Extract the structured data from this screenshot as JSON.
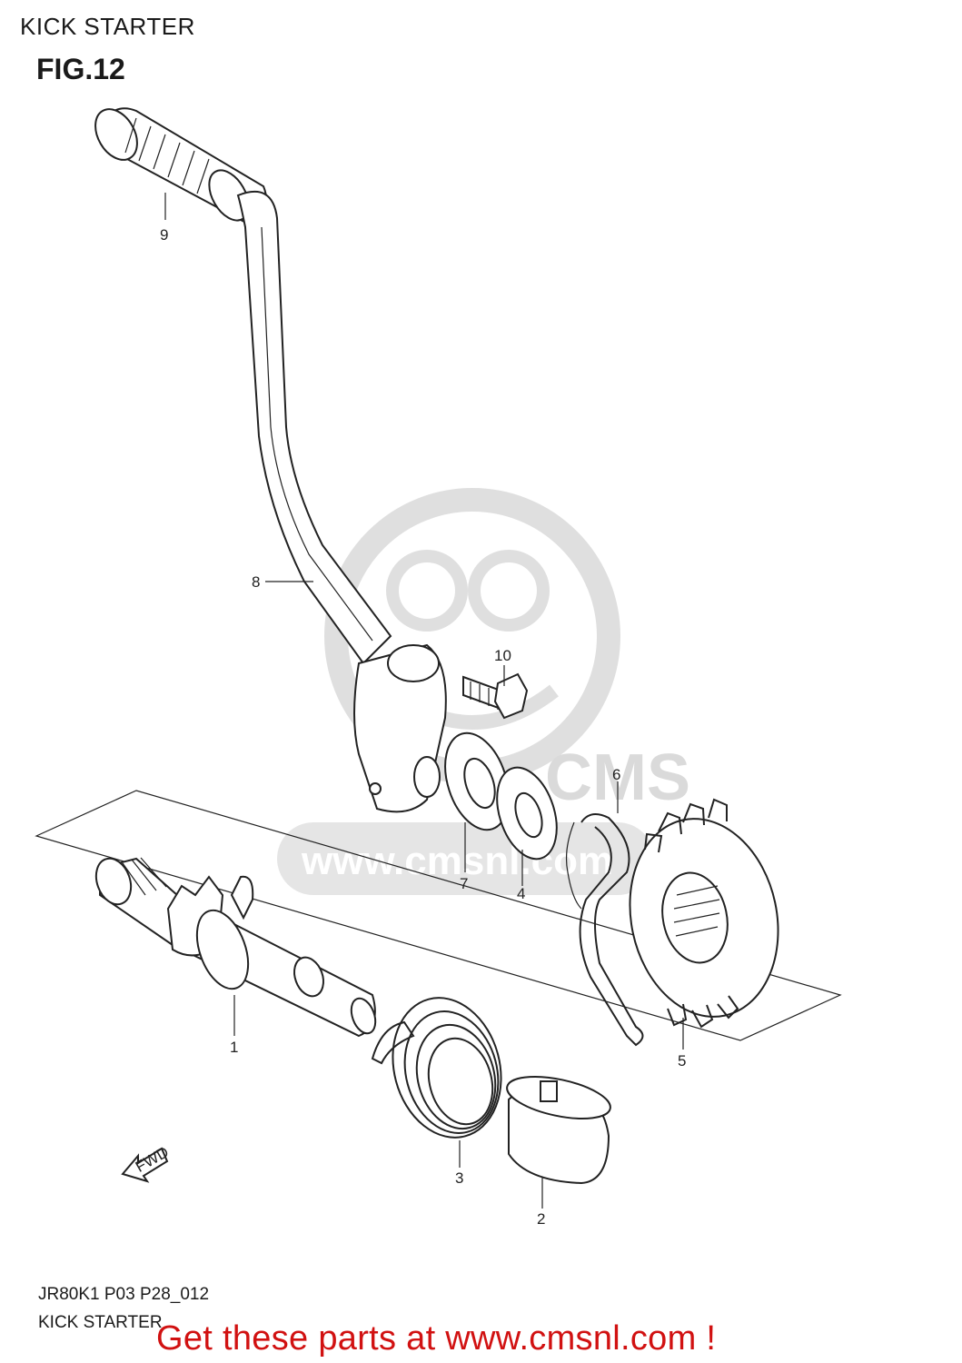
{
  "header": {
    "title": "KICK STARTER",
    "figure": "FIG.12"
  },
  "watermark": {
    "site": "www.cmsnl.com",
    "mark": "CMS"
  },
  "diagram": {
    "callouts": [
      "1",
      "2",
      "3",
      "4",
      "5",
      "6",
      "7",
      "8",
      "9",
      "10"
    ],
    "direction_arrow": "FWD"
  },
  "footer": {
    "drawing_code": "JR80K1 P03 P28_012",
    "title": "KICK STARTER",
    "promo": "Get these parts at www.cmsnl.com !",
    "promo_color": "#d11111"
  }
}
